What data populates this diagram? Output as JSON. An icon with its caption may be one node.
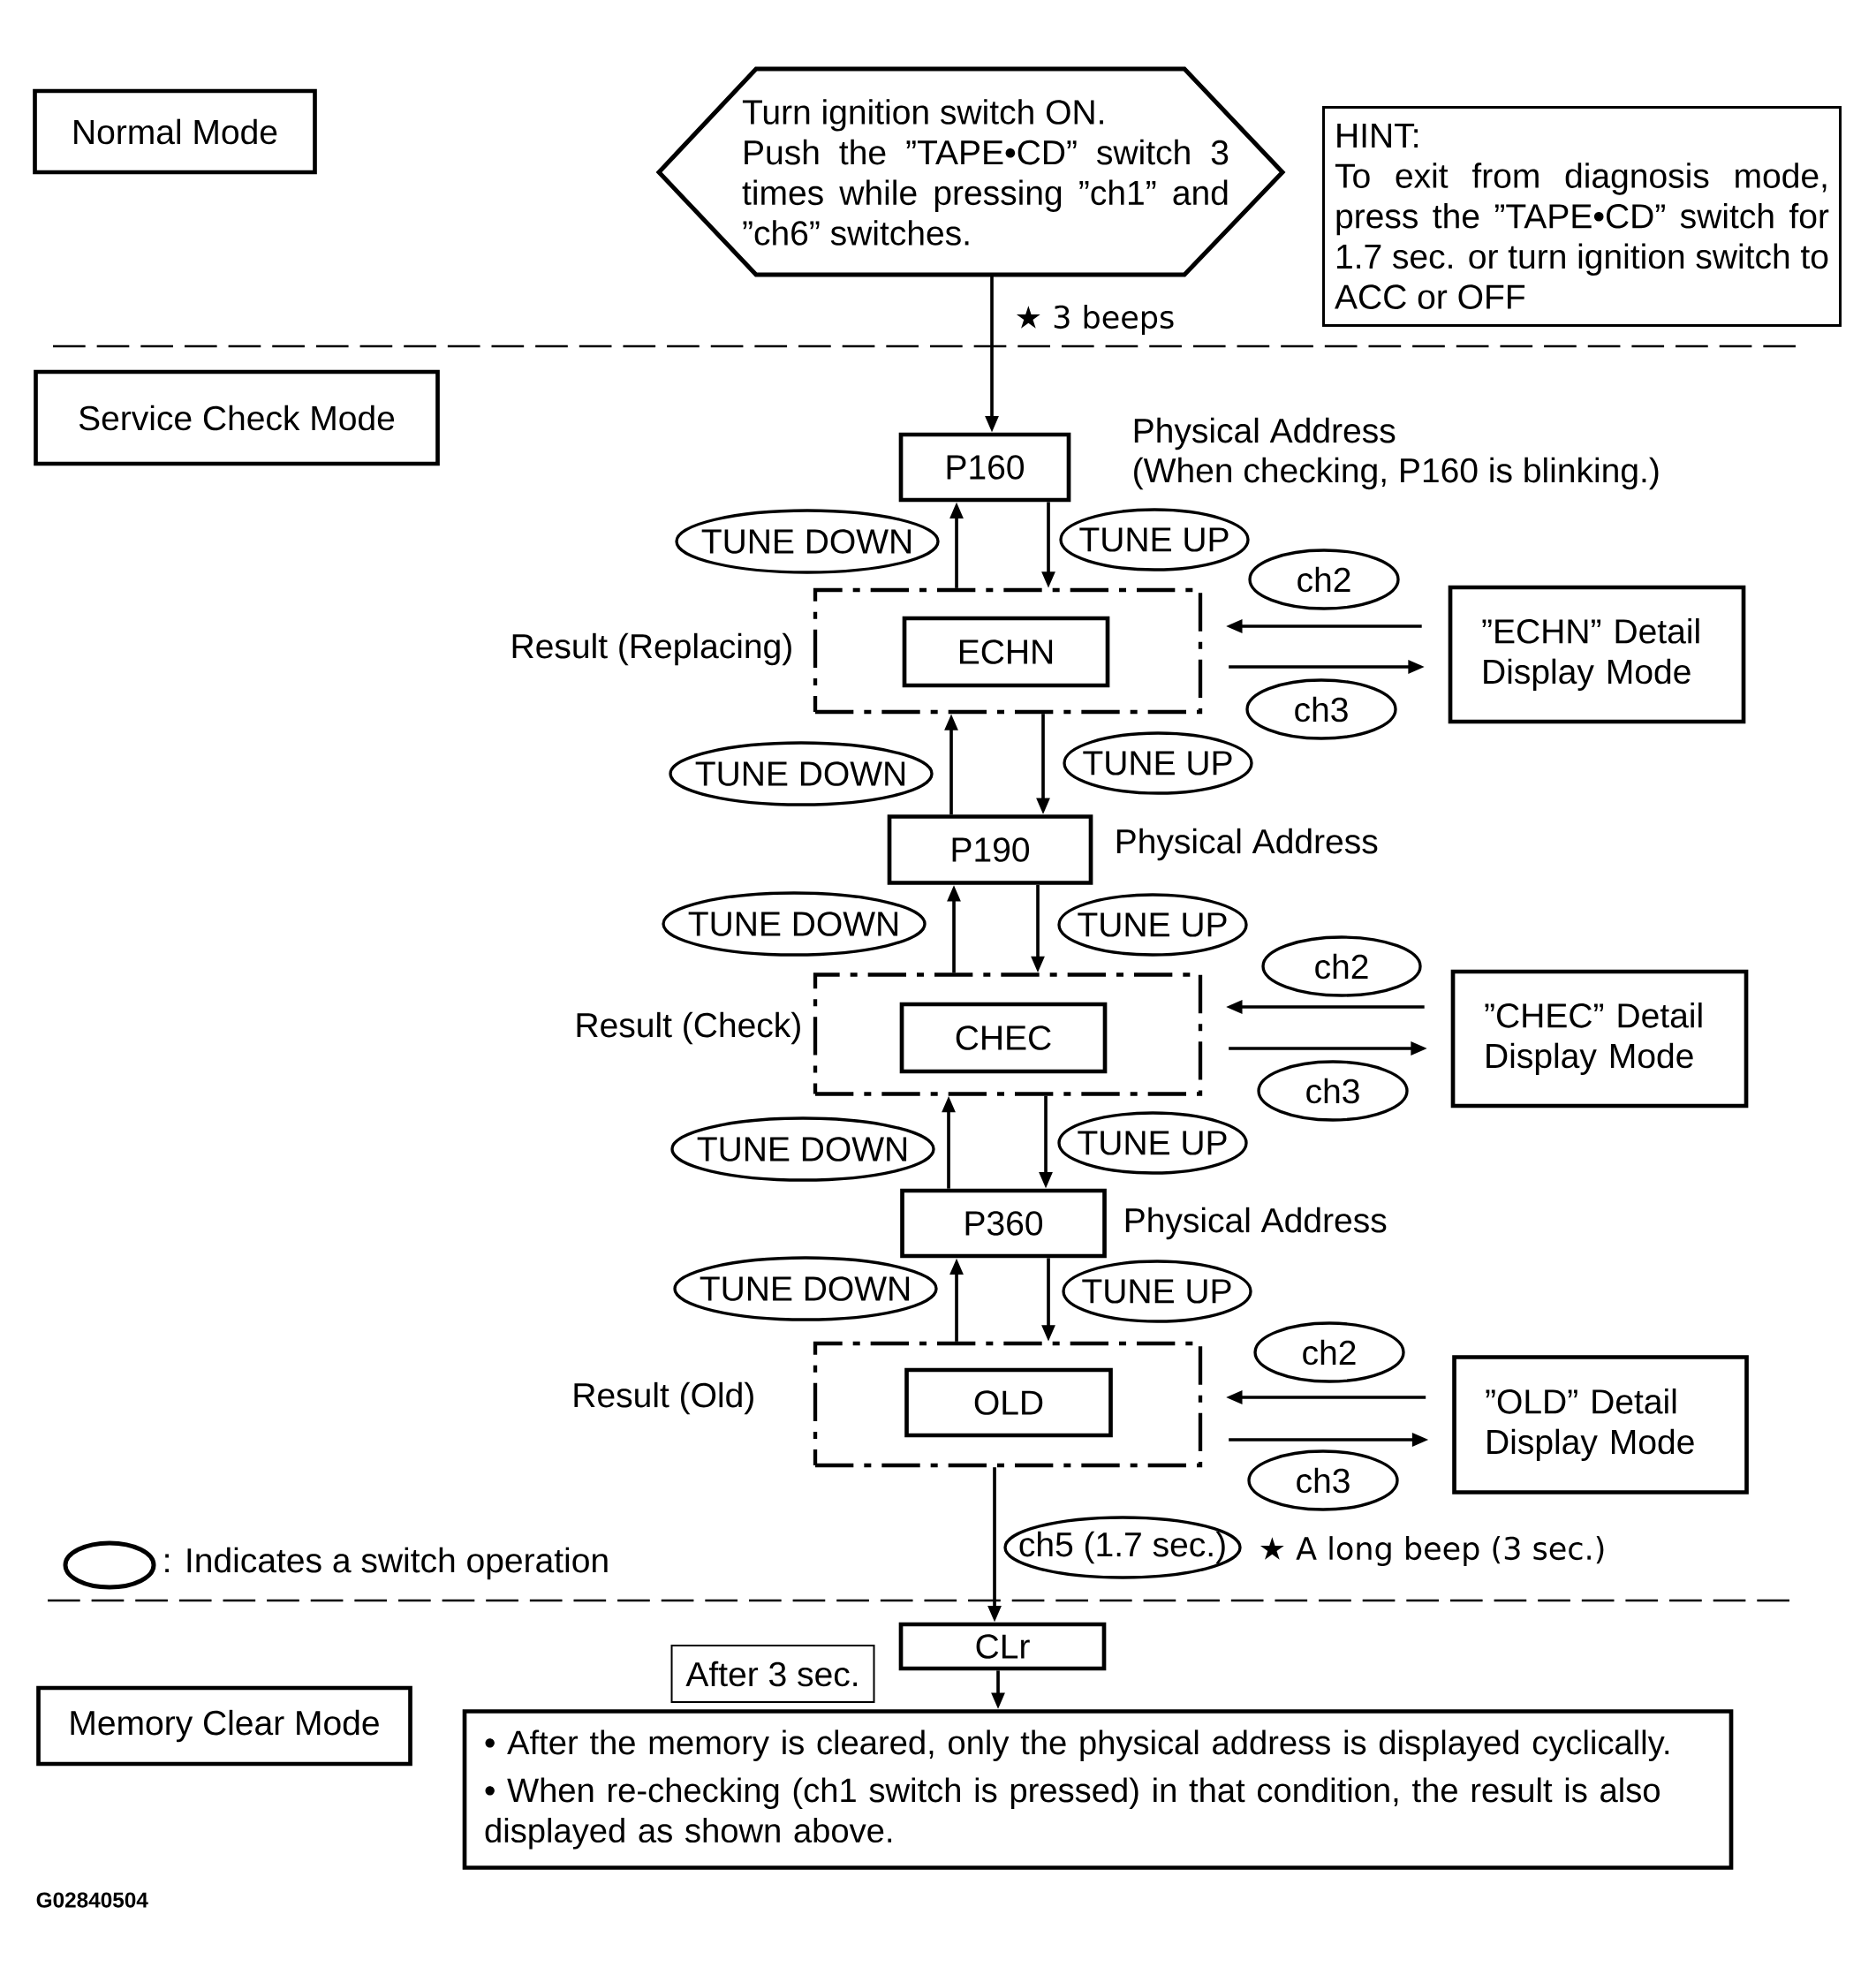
{
  "diagram": {
    "nodes": [
      {
        "text": [
          "Normal Mode"
        ]
      },
      {
        "text": [
          "Turn ignition switch ON.",
          "Push the ”TAPE•CD” switch 3 times while pressing ”ch1” and ”ch6” switches."
        ]
      },
      {
        "text": [
          "HINT:",
          "To exit from diagnosis mode, press the ”TAPE•CD” switch for 1.7 sec. or turn ignition switch to ACC or OFF"
        ]
      },
      {
        "text": [
          "Service Check Mode"
        ]
      },
      {
        "text": [
          "P160"
        ],
        "beside": [
          "Physical Address",
          "(When checking, P160 is blinking.)"
        ]
      },
      {
        "text": [
          "Result (Replacing)"
        ]
      },
      {
        "text": [
          "ECHN"
        ],
        "in": 5
      },
      {
        "text": [
          "”ECHN” Detail Display Mode"
        ]
      },
      {
        "text": [
          "P190"
        ],
        "beside": [
          "Physical Address"
        ]
      },
      {
        "text": [
          "Result (Check)"
        ]
      },
      {
        "text": [
          "CHEC"
        ],
        "in": 9
      },
      {
        "text": [
          "”CHEC” Detail Display Mode"
        ]
      },
      {
        "text": [
          "P360"
        ],
        "beside": [
          "Physical Address"
        ]
      },
      {
        "text": [
          "Result (Old)"
        ]
      },
      {
        "text": [
          "OLD"
        ],
        "in": 13
      },
      {
        "text": [
          "”OLD” Detail Display Mode"
        ]
      },
      {
        "text": [
          "CLr"
        ]
      },
      {
        "text": [
          "Memory Clear Mode"
        ]
      },
      {
        "text": [
          "• After the memory is cleared, only the physical address is displayed cyclically.",
          "• When re-checking (ch1 switch is pressed) in that condition, the result is also displayed as shown above."
        ]
      }
    ],
    "edges": [
      {
        "from": 1,
        "to": 4,
        "arrow": "to",
        "label": "★ 3 beeps"
      },
      {
        "from": 5,
        "to": 4,
        "arrow": "to",
        "label": "TUNE DOWN"
      },
      {
        "from": 4,
        "to": 5,
        "arrow": "to",
        "label": "TUNE UP"
      },
      {
        "from": 7,
        "to": 5,
        "arrow": "to",
        "label": "ch2"
      },
      {
        "from": 5,
        "to": 7,
        "arrow": "to",
        "label": "ch3"
      },
      {
        "from": 8,
        "to": 5,
        "arrow": "to",
        "label": "TUNE DOWN"
      },
      {
        "from": 5,
        "to": 8,
        "arrow": "to",
        "label": "TUNE UP"
      },
      {
        "from": 9,
        "to": 8,
        "arrow": "to",
        "label": "TUNE DOWN"
      },
      {
        "from": 8,
        "to": 9,
        "arrow": "to",
        "label": "TUNE UP"
      },
      {
        "from": 11,
        "to": 9,
        "arrow": "to",
        "label": "ch2"
      },
      {
        "from": 9,
        "to": 11,
        "arrow": "to",
        "label": "ch3"
      },
      {
        "from": 12,
        "to": 9,
        "arrow": "to",
        "label": "TUNE DOWN"
      },
      {
        "from": 9,
        "to": 12,
        "arrow": "to",
        "label": "TUNE UP"
      },
      {
        "from": 13,
        "to": 12,
        "arrow": "to",
        "label": "TUNE DOWN"
      },
      {
        "from": 12,
        "to": 13,
        "arrow": "to",
        "label": "TUNE UP"
      },
      {
        "from": 15,
        "to": 13,
        "arrow": "to",
        "label": "ch2"
      },
      {
        "from": 13,
        "to": 15,
        "arrow": "to",
        "label": "ch3"
      },
      {
        "from": 13,
        "to": 16,
        "arrow": "to",
        "label": "ch5 (1.7 sec.)"
      },
      {
        "from": 16,
        "to": 18,
        "arrow": "to",
        "label": "After 3 sec."
      }
    ],
    "labels": [
      "★ A long beep (3 sec.)",
      "G02840504"
    ],
    "legend": [
      {
        "text": ": Indicates a switch operation"
      }
    ]
  }
}
